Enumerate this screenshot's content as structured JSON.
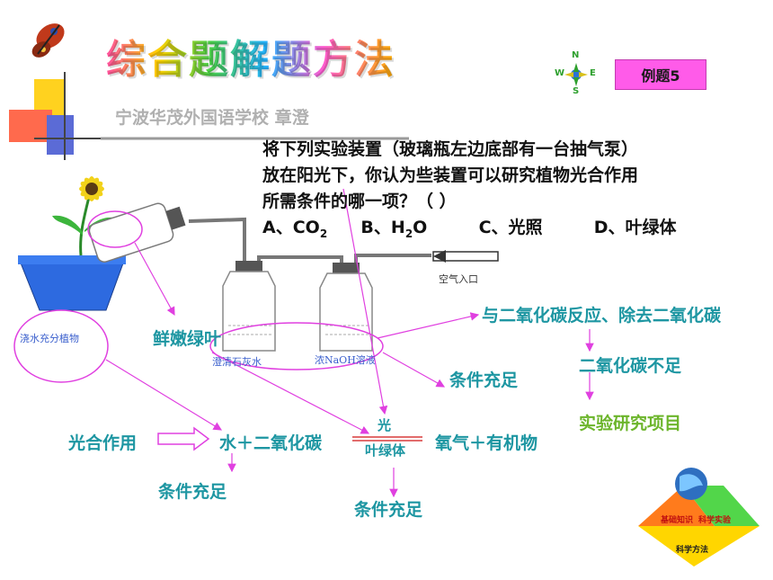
{
  "header": {
    "title": "综合题解题方法",
    "author": "宁波华茂外国语学校   章澄",
    "badge": "例题5",
    "compass": {
      "n": "N",
      "w": "W",
      "e": "E",
      "s": "S"
    }
  },
  "question": {
    "line1": "将下列实验装置（玻璃瓶左边底部有一台抽气泵）",
    "line2": "放在阳光下，你认为些装置可以研究植物光合作用",
    "line3": "所需条件的哪一项？（     ）",
    "options": {
      "a_prefix": "A、CO",
      "a_sub": "2",
      "b_prefix": "B、H",
      "b_sub": "2",
      "b_suffix": "O",
      "c": "C、光照",
      "d": "D、叶绿体"
    }
  },
  "diagram": {
    "air_inlet": "空气入口",
    "limewater": "澄清石灰水",
    "naoh": "浓NaOH溶液",
    "water_note": "浇水充分植物",
    "fresh_leaf": "鲜嫩绿叶",
    "react_co2": "与二氧化碳反应、除去二氧化碳",
    "co2_insufficient": "二氧化碳不足",
    "research_item": "实验研究项目",
    "condition_sufficient_1": "条件充足",
    "condition_sufficient_2": "条件充足",
    "condition_sufficient_3": "条件充足",
    "photosynthesis": "光合作用",
    "reactants": "水＋二氧化碳",
    "light": "光",
    "chlorophyll": "叶绿体",
    "products": "氧气＋有机物"
  },
  "triangle": {
    "left": "基础知识",
    "right": "科学实验",
    "bottom": "科学方法"
  },
  "colors": {
    "teal": "#1d96a2",
    "green": "#6cb52b",
    "magenta": "#e040e0",
    "badge": "#ff5be9"
  }
}
